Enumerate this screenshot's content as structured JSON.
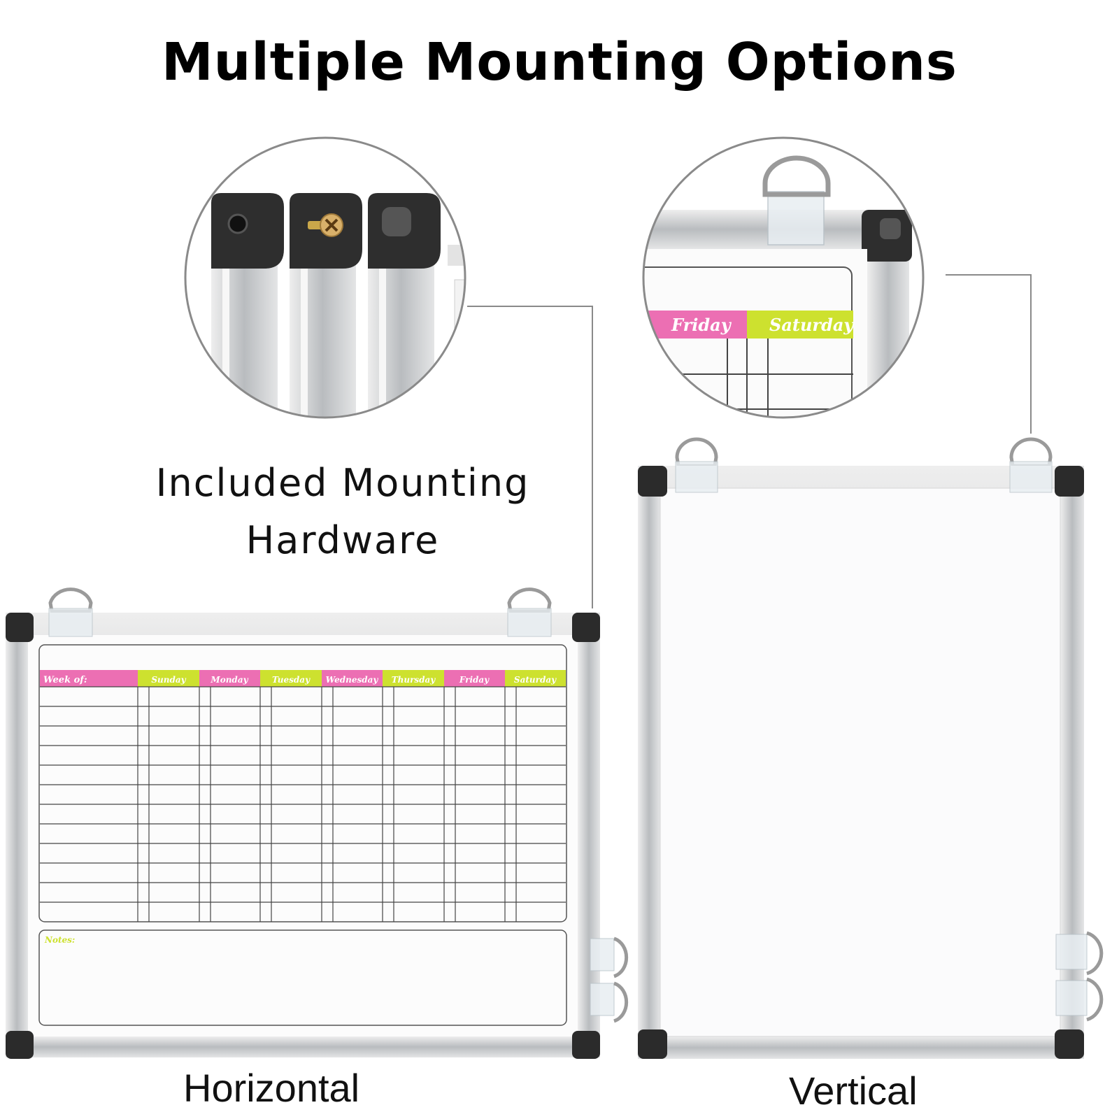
{
  "title": "Multiple Mounting Options",
  "captions": {
    "hardware": "Included Mounting Hardware",
    "horizontal": "Horizontal",
    "vertical": "Vertical"
  },
  "planner": {
    "week_label": "Week of:",
    "days": [
      "Sunday",
      "Monday",
      "Tuesday",
      "Wednesday",
      "Thursday",
      "Friday",
      "Saturday"
    ],
    "notes_label": "Notes:"
  },
  "zoom_planner": {
    "days": [
      "Friday",
      "Saturday"
    ]
  },
  "colors": {
    "pink": "#ec6fb3",
    "lime": "#cde12f",
    "frame": "#c9cbcd",
    "corner": "#2b2b2b",
    "callout_line": "#8a8a8a"
  },
  "icons": [
    "hanging-ring-icon",
    "screw-icon",
    "corner-cap-icon"
  ]
}
